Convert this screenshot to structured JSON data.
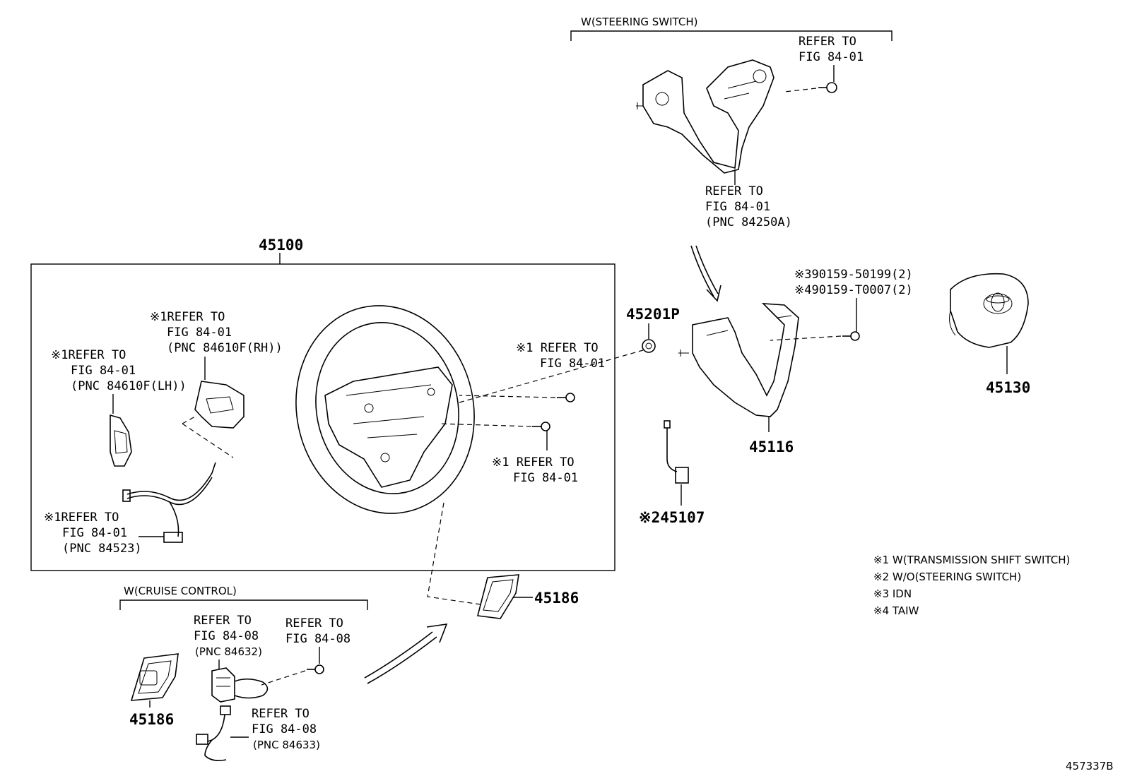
{
  "top_group": {
    "title": "W(STEERING SWITCH)"
  },
  "refs": {
    "top_right": [
      "REFER TO",
      "FIG 84-01"
    ],
    "top_bottom": [
      "REFER TO",
      "FIG 84-01",
      "(PNC 84250A)"
    ],
    "rh": [
      "※1REFER TO",
      "FIG 84-01",
      "(PNC 84610F(RH))"
    ],
    "lh": [
      "※1REFER TO",
      "FIG 84-01",
      "(PNC 84610F(LH))"
    ],
    "harness": [
      "※1REFER TO",
      "FIG 84-01",
      "(PNC 84523)"
    ],
    "screw_upper": [
      "※1 REFER TO",
      "FIG 84-01"
    ],
    "screw_lower": [
      "※1 REFER TO",
      "FIG 84-01"
    ],
    "cruise_sw": [
      "REFER TO",
      "FIG 84-08",
      "(PNC 84632)"
    ],
    "cruise_screw": [
      "REFER TO",
      "FIG 84-08"
    ],
    "cruise_conn": [
      "REFER TO",
      "FIG 84-08",
      "(PNC 84633)"
    ]
  },
  "parts": {
    "p45100": "45100",
    "p45201p": "45201P",
    "p45116": "45116",
    "p45130": "45130",
    "p45107": "※245107",
    "p45186_mid": "45186",
    "p45186_low": "45186",
    "screw_a": "※390159-50199(2)",
    "screw_b": "※490159-T0007(2)"
  },
  "cruise_group": {
    "title": "W(CRUISE CONTROL)"
  },
  "legend": [
    "※1 W(TRANSMISSION SHIFT SWITCH)",
    "※2 W/O(STEERING SWITCH)",
    "※3 IDN",
    "※4 TAIW"
  ],
  "illustration_id": "457337B"
}
